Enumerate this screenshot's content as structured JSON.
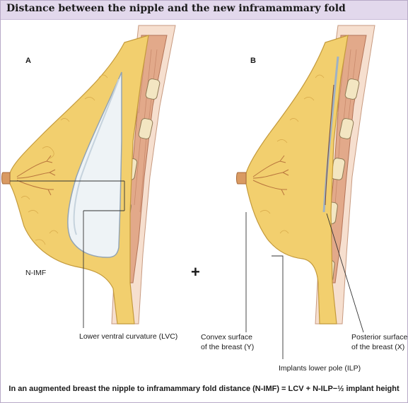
{
  "title": "Distance between the nipple and the new inframammary fold",
  "panels": {
    "a": {
      "letter": "A",
      "nimf_label": "N-IMF",
      "lvc_label": "Lower ventral curvature (LVC)"
    },
    "b": {
      "letter": "B",
      "convex_label_line1": "Convex surface",
      "convex_label_line2": "of the breast (Y)",
      "posterior_label_line1": "Posterior surface",
      "posterior_label_line2": "of the breast (X)",
      "ilp_label": "Implants lower pole (ILP)"
    }
  },
  "plus_sign": "+",
  "formula": "In an augmented breast the nipple to inframammary fold distance (N-IMF) = LCV + N-ILP−½ implant height",
  "colors": {
    "title_bg": "#e2d8ec",
    "fat": "#f2cf6e",
    "fat_stroke": "#c49a3c",
    "muscle": "#e2a98a",
    "muscle_stroke": "#b37458",
    "skin": "#f6dfcf",
    "implant": "#eef3f6",
    "fascia": "#bfcfe0",
    "nipple": "#d99a62"
  }
}
